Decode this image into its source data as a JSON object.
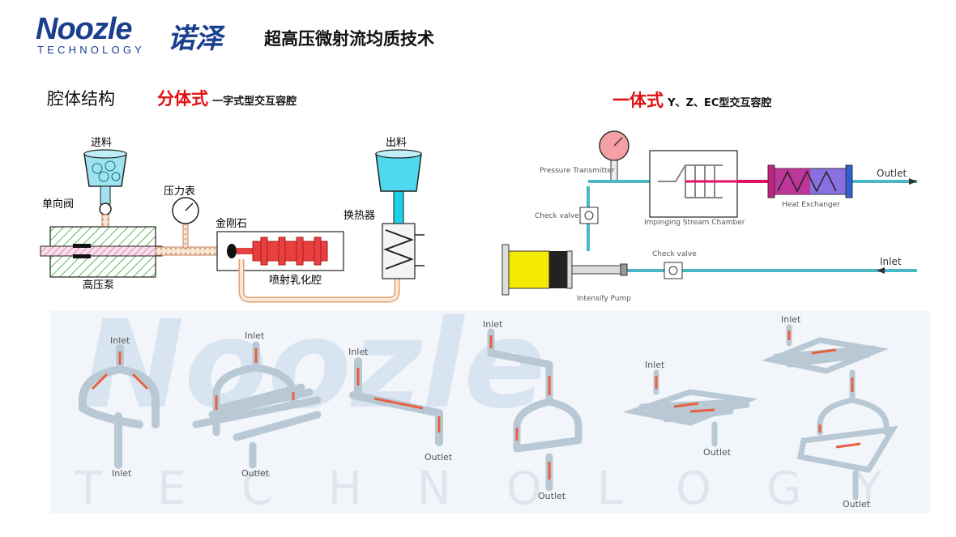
{
  "header": {
    "logo_word": "Noozle",
    "logo_sub": "TECHNOLOGY",
    "logo_cn": "诺泽",
    "title": "超高压微射流均质技术"
  },
  "section": {
    "title": "腔体结构"
  },
  "split": {
    "label": "分体式",
    "sub": "一字式型交互容腔"
  },
  "integrated": {
    "label": "一体式",
    "sub": "Y、Z、EC型交互容腔"
  },
  "diagram_left": {
    "feed": "进料",
    "outlet": "出料",
    "check_valve": "单向阀",
    "gauge": "压力表",
    "diamond": "金刚石",
    "heat_exchanger": "换热器",
    "pump": "高压泵",
    "chamber": "喷射乳化腔"
  },
  "diagram_right": {
    "pressure_transmitter": "Pressure Transmitter",
    "check_valve_top": "Check valve",
    "check_valve_bottom": "Check valve",
    "chamber": "Impinging Stream Chamber",
    "heat_exchanger": "Heat Exchanger",
    "outlet": "Outlet",
    "inlet": "Inlet",
    "pump": "Intensify Pump"
  },
  "gallery": {
    "watermark_top": "Noozle",
    "watermark_bottom": "TECHNOLOGY",
    "c1": {
      "top": "Inlet",
      "bottom": "Inlet"
    },
    "c2": {
      "top": "Inlet",
      "bottom": "Outlet"
    },
    "c3": {
      "top": "Inlet",
      "bottom": "Outlet"
    },
    "c4": {
      "top": "Inlet",
      "bottom": "Outlet"
    },
    "c5": {
      "top": "Inlet",
      "bottom": "Outlet"
    },
    "c6": {
      "top": "Inlet",
      "bottom": "Outlet"
    }
  },
  "colors": {
    "brand_blue": "#1a3f8f",
    "accent_red": "#e01010",
    "pipe_teal": "#4ab8c4",
    "pipe_pink": "#e0106a",
    "pipe_orange": "#e8a070",
    "piston_yellow": "#f2ea00"
  }
}
